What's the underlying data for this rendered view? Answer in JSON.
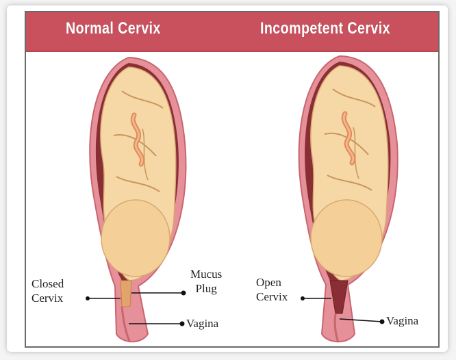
{
  "headers": {
    "left": "Normal Cervix",
    "right": "Incompetent Cervix"
  },
  "labels": {
    "closed_cervix_line1": "Closed",
    "closed_cervix_line2": "Cervix",
    "mucus_plug_line1": "Mucus",
    "mucus_plug_line2": "Plug",
    "vagina_left": "Vagina",
    "open_cervix_line1": "Open",
    "open_cervix_line2": "Cervix",
    "vagina_right": "Vagina"
  },
  "colors": {
    "banner": "#c9515e",
    "uterus_wall": "#e6909a",
    "fetus_skin": "#f6d7a6",
    "amniotic_dark": "#8a2e35"
  }
}
